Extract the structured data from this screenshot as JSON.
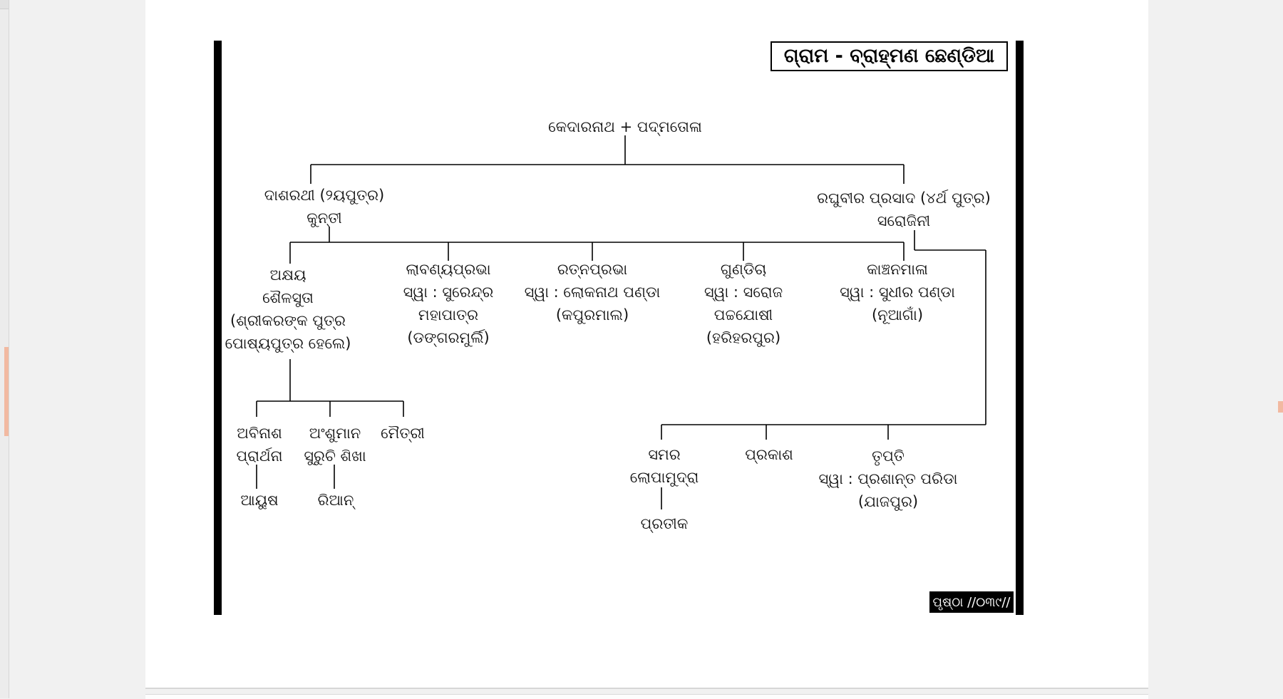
{
  "title": "ଗ୍ରାମ - ବ୍ରାହ୍ମଣ ଛେଣ୍ଡିଆ",
  "page_number": "ପୃଷ୍ଠା //୦୩୯//",
  "root": {
    "lines": [
      "କେଦାରନାଥ + ପଦ୍ମତୋଳା"
    ]
  },
  "generation_2": [
    {
      "lines": [
        "ଦାଶରଥୀ (୨ୟପୁତ୍ର)",
        "କୁନ୍ତୀ"
      ]
    },
    {
      "lines": [
        "ରଘୁବୀର ପ୍ରସାଦ (୪ର୍ଥ ପୁତ୍ର)",
        "ସରୋଜିନୀ"
      ]
    }
  ],
  "generation_3": [
    {
      "lines": [
        "ଅକ୍ଷୟ",
        "ଶୈଳସୁତା",
        "(ଶ୍ରୀକରଙ୍କ ପୁତ୍ର",
        "ପୋଷ୍ୟପୁତ୍ର ହେଲେ)"
      ]
    },
    {
      "lines": [
        "ଲାବଣ୍ୟପ୍ରଭା",
        "ସ୍ୱା : ସୁରେନ୍ଦ୍ର",
        "ମହାପାତ୍ର",
        "(ଡଙ୍ଗରମୁର୍ଲି)"
      ]
    },
    {
      "lines": [
        "ରତ୍ନପ୍ରଭା",
        "ସ୍ୱା : ଲୋକନାଥ ପଣ୍ଡା",
        "(କପୁରମାଲ)"
      ]
    },
    {
      "lines": [
        "ଗୁଣ୍ଡିଚା",
        "ସ୍ୱା : ସରୋଜ",
        "ପଚ୍ଚଯୋଷୀ",
        "(ହରିହରପୁର)"
      ]
    },
    {
      "lines": [
        "କାଞ୍ଚନମାଳା",
        "ସ୍ୱା : ସୁଧୀର ପଣ୍ଡା",
        "(ନୂଆଗାଁ)"
      ]
    }
  ],
  "akshaya_children": [
    {
      "lines": [
        "ଅବିନାଶ",
        "ପ୍ରାର୍ଥନା"
      ]
    },
    {
      "lines": [
        "ଅଂଶୁମାନ",
        "ସୁରୁଚି ଶିଖା"
      ]
    },
    {
      "lines": [
        "ମୈତ୍ରୀ"
      ]
    }
  ],
  "akshaya_grandchildren": [
    {
      "lines": [
        "ଆୟୁଷ"
      ]
    },
    {
      "lines": [
        "ରିଆନ୍"
      ]
    }
  ],
  "raghubir_children": [
    {
      "lines": [
        "ସମର",
        "ଲୋପାମୁଦ୍ରା"
      ]
    },
    {
      "lines": [
        "ପ୍ରକାଶ"
      ]
    },
    {
      "lines": [
        "ତୃପ୍ତି",
        "ସ୍ୱା : ପ୍ରଶାନ୍ତ ପରିଡା",
        "(ଯାଜପୁର)"
      ]
    }
  ],
  "raghubir_grandchildren": [
    {
      "lines": [
        "ପ୍ରତୀକ"
      ]
    }
  ]
}
